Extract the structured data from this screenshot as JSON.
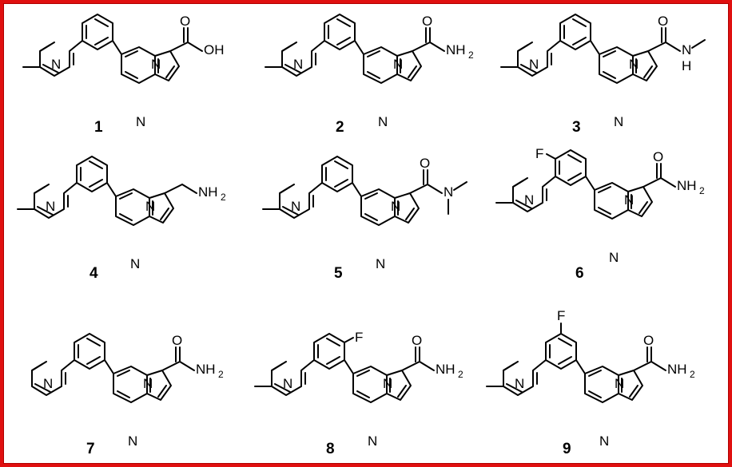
{
  "figure": {
    "border_color": "#e01010",
    "compounds": [
      {
        "number": "1",
        "substituent": "COOH",
        "acid_label": "OH",
        "o_label": "O",
        "fluoro": null,
        "methyl": true
      },
      {
        "number": "2",
        "substituent": "CONH2",
        "nh_label": "NH",
        "sub2": "2",
        "o_label": "O",
        "fluoro": null,
        "methyl": true
      },
      {
        "number": "3",
        "substituent": "CONHMe",
        "n_label": "N",
        "h_label": "H",
        "o_label": "O",
        "fluoro": null,
        "methyl": true
      },
      {
        "number": "4",
        "substituent": "CH2NH2",
        "nh_label": "NH",
        "sub2": "2",
        "fluoro": null,
        "methyl": true
      },
      {
        "number": "5",
        "substituent": "CONMe2",
        "n_label": "N",
        "o_label": "O",
        "fluoro": null,
        "methyl": true
      },
      {
        "number": "6",
        "substituent": "CONH2",
        "nh_label": "NH",
        "sub2": "2",
        "o_label": "O",
        "fluoro": "F",
        "methyl": true
      },
      {
        "number": "7",
        "substituent": "CONH2",
        "nh_label": "NH",
        "sub2": "2",
        "o_label": "O",
        "fluoro": null,
        "methyl": false
      },
      {
        "number": "8",
        "substituent": "CONH2",
        "nh_label": "NH",
        "sub2": "2",
        "o_label": "O",
        "fluoro": "F",
        "methyl": true
      },
      {
        "number": "9",
        "substituent": "CONH2",
        "nh_label": "NH",
        "sub2": "2",
        "o_label": "O",
        "fluoro": "F",
        "methyl": true
      }
    ],
    "atoms": {
      "pyridine_n": "N",
      "bridge_n": "N",
      "imine_n": "N"
    }
  }
}
